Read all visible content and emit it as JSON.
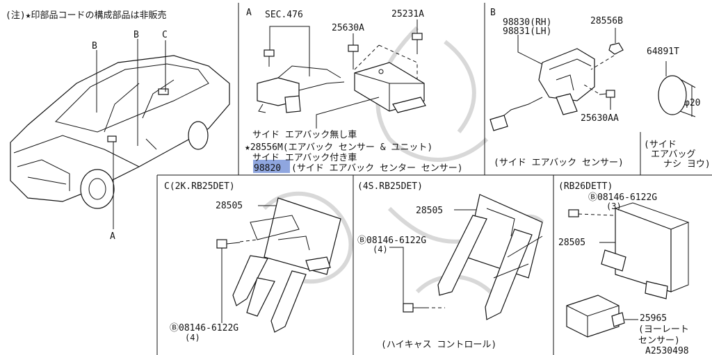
{
  "notes": {
    "top_left": "(注)★印部品コードの構成部品は非販売"
  },
  "car_callouts": {
    "b1": "B",
    "b2": "B",
    "c": "C",
    "a": "A"
  },
  "panels": {
    "a": {
      "title": "A",
      "sec": "SEC.476",
      "part_bolt1": "25630A",
      "part_bolt2": "25231A",
      "note1": "サイド エアバック無し車",
      "note2": "★28556M(エアバック センサー & ユニット)",
      "note3": "サイド エアバック付き車",
      "highlight_part": "98820",
      "highlight_desc": "(サイド エアバック センター センサー)"
    },
    "b": {
      "title": "B",
      "part_rh": "98830(RH)",
      "part_lh": "98831(LH)",
      "part_nut": "28556B",
      "part_bolt": "25630AA",
      "caption": "(サイド エアバック センサー)",
      "plug_part": "64891T",
      "plug_dia": "φ20",
      "plug_note1": "(サイド",
      "plug_note2": "エアバッグ",
      "plug_note3": "ナシ ヨウ)"
    },
    "c": {
      "title": "C(2K.RB25DET)",
      "part_unit": "28505",
      "bolt": "Ⓑ08146-6122G",
      "bolt_qty": "(4)"
    },
    "four_s": {
      "title": "(4S.RB25DET)",
      "part_unit": "28505",
      "bolt": "Ⓑ08146-6122G",
      "bolt_qty": "(4)",
      "caption": "(ハイキャス コントロール)"
    },
    "rb26": {
      "title": "(RB26DETT)",
      "bolt": "Ⓑ08146-6122G",
      "bolt_qty": "(3)",
      "part_unit": "28505",
      "sensor_part": "25965",
      "sensor_name1": "(ヨーレート",
      "sensor_name2": "センサー)"
    }
  },
  "diagram_code": "A2530498"
}
